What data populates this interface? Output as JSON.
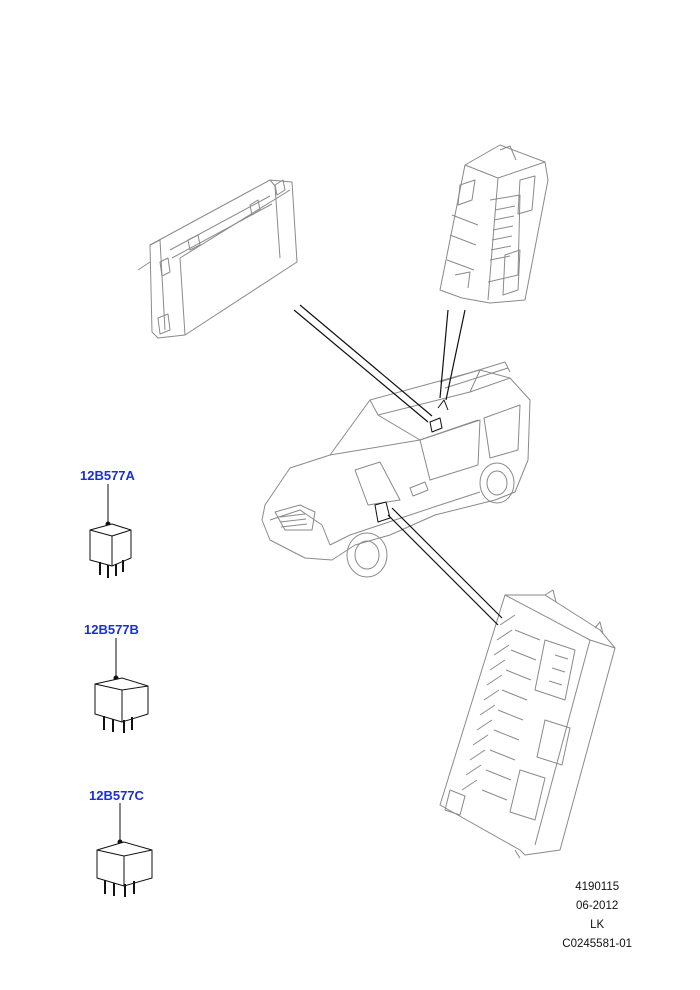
{
  "diagram": {
    "link_color": "#1a2fd6",
    "line_color": "#8a8a8a",
    "parts": [
      {
        "id": "12B577A"
      },
      {
        "id": "12B577B"
      },
      {
        "id": "12B577C"
      }
    ],
    "meta": {
      "number": "4190115",
      "date": "06-2012",
      "initials": "LK",
      "code": "C0245581-01"
    }
  }
}
